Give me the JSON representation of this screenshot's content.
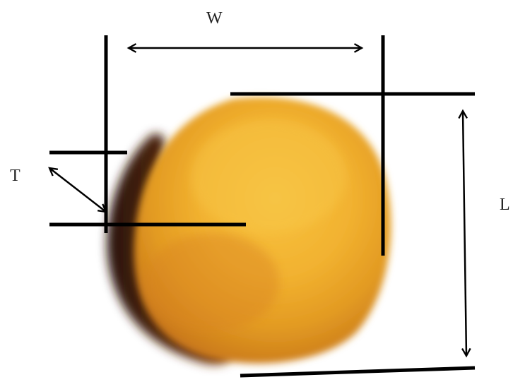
{
  "labels": {
    "width": "W",
    "length": "L",
    "thickness": "T"
  },
  "colors": {
    "line": "#000000",
    "seed_light": "#F3B733",
    "seed_mid": "#DE9520",
    "seed_dark": "#5A2A10",
    "background": "#FFFFFF"
  }
}
